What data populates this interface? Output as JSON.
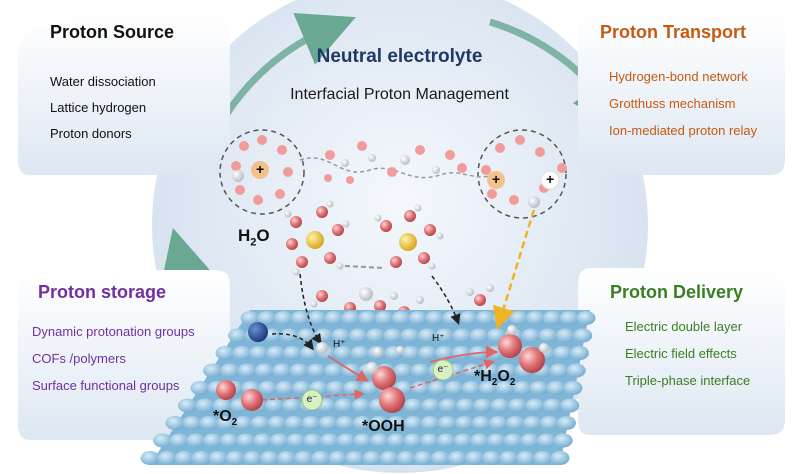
{
  "header": {
    "title": "Neutral electrolyte",
    "subtitle": "Interfacial Proton Management"
  },
  "panels": {
    "source": {
      "title": "Proton Source",
      "items": [
        "Water dissociation",
        "Lattice hydrogen",
        "Proton donors"
      ],
      "title_color": "#111111",
      "item_color": "#111111"
    },
    "transport": {
      "title": "Proton Transport",
      "items": [
        "Hydrogen-bond network",
        "Grotthuss mechanism",
        "Ion-mediated proton relay"
      ],
      "title_color": "#c55a11",
      "item_color": "#c55a11"
    },
    "storage": {
      "title": "Proton storage",
      "items": [
        "Dynamic protonation groups",
        "COFs /polymers",
        "Surface functional groups"
      ],
      "title_color": "#7030a0",
      "item_color": "#7030a0"
    },
    "delivery": {
      "title": "Proton Delivery",
      "items": [
        "Electric double layer",
        "Electric field effects",
        "Triple-phase interface"
      ],
      "title_color": "#3c7d22",
      "item_color": "#3c7d22"
    }
  },
  "labels": {
    "water": "H",
    "water_sub": "2",
    "water_end": "O",
    "o2": "*O",
    "o2_sub": "2",
    "ooh": "*OOH",
    "h2o2_pre": "*H",
    "h2o2_sub1": "2",
    "h2o2_mid": "O",
    "h2o2_sub2": "2",
    "hplus_1": "H⁺",
    "hplus_2": "H⁺",
    "electron_1": "e⁻",
    "electron_2": "e⁻",
    "ion_plus_1": "+",
    "ion_plus_2": "+",
    "ion_plus_3": "+"
  },
  "colors": {
    "bubble": "#dbe6f2",
    "cycle_arrow": "#7fb3a3",
    "surface": "#8ec3e3",
    "oxygen": "#e27a7c",
    "hydrogen": "#ffffff",
    "cation": "#f4c18c",
    "electron": "#d9efc4",
    "delivery_arrow": "#f0b323"
  }
}
